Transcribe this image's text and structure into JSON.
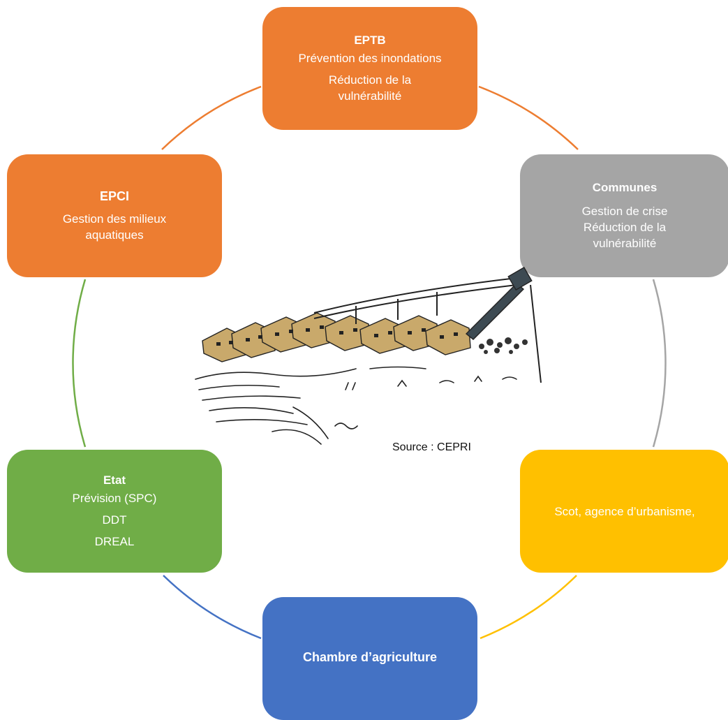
{
  "colors": {
    "orange": "#ED7D31",
    "gray": "#A5A5A5",
    "yellow": "#FFC000",
    "blue": "#4472C4",
    "green": "#70AD47"
  },
  "nodes": {
    "eptb": {
      "title": "EPTB",
      "line1": "Prévention des inondations",
      "line2": "Réduction de la",
      "line3": "vulnérabilité"
    },
    "communes": {
      "title": "Communes",
      "line1": "Gestion de crise",
      "line2": "Réduction de la",
      "line3": "vulnérabilité"
    },
    "epci": {
      "title": "EPCI",
      "line1": "Gestion des milieux",
      "line2": "aquatiques"
    },
    "etat": {
      "title": "Etat",
      "line1": "Prévision (SPC)",
      "line2": "DDT",
      "line3": "DREAL"
    },
    "scot": {
      "line1": "Scot, agence d’urbanisme,"
    },
    "chambre": {
      "title": "Chambre d’agriculture"
    }
  },
  "center": {
    "illustration": "flood-illustration",
    "source": "Source : CEPRI"
  }
}
